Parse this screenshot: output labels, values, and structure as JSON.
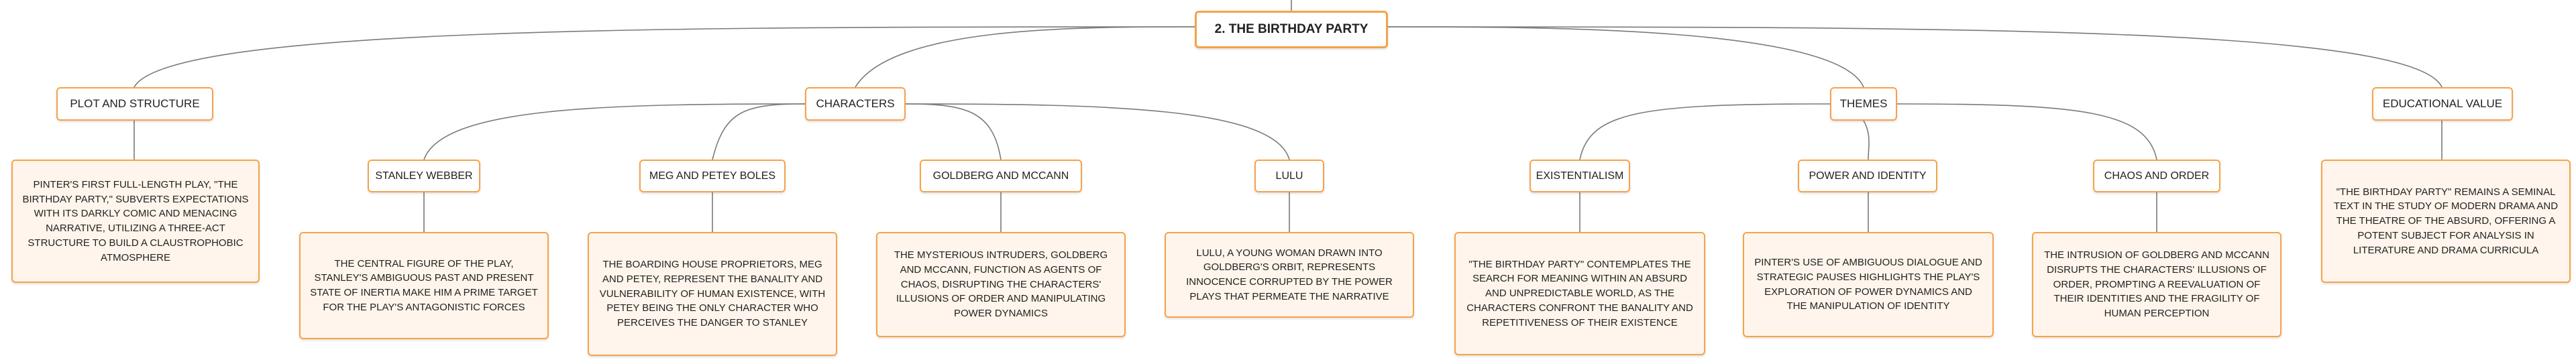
{
  "root": {
    "label": "2. The Birthday Party"
  },
  "plot": {
    "label": "Plot and Structure",
    "desc": "Pinter's first full-length play, \"The Birthday Party,\" subverts expectations with its darkly comic and menacing narrative, utilizing a three-act structure to build a claustrophobic atmosphere"
  },
  "characters": {
    "label": "Characters",
    "items": [
      {
        "label": "Stanley Webber",
        "desc": "The central figure of the play, Stanley's ambiguous past and present state of inertia make him a prime target for the play's antagonistic forces"
      },
      {
        "label": "Meg and Petey Boles",
        "desc": "The boarding house proprietors, Meg and Petey, represent the banality and vulnerability of human existence, with Petey being the only character who perceives the danger to Stanley"
      },
      {
        "label": "Goldberg and McCann",
        "desc": "The mysterious intruders, Goldberg and McCann, function as agents of chaos, disrupting the characters' illusions of order and manipulating power dynamics"
      },
      {
        "label": "Lulu",
        "desc": "Lulu, a young woman drawn into Goldberg's orbit, represents innocence corrupted by the power plays that permeate the narrative"
      }
    ]
  },
  "themes": {
    "label": "Themes",
    "items": [
      {
        "label": "Existentialism",
        "desc": "\"The Birthday Party\" contemplates the search for meaning within an absurd and unpredictable world, as the characters confront the banality and repetitiveness of their existence"
      },
      {
        "label": "Power and Identity",
        "desc": "Pinter's use of ambiguous dialogue and strategic pauses highlights the play's exploration of power dynamics and the manipulation of identity"
      },
      {
        "label": "Chaos and Order",
        "desc": "The intrusion of Goldberg and McCann disrupts the characters' illusions of order, prompting a reevaluation of their identities and the fragility of human perception"
      }
    ]
  },
  "educational": {
    "label": "Educational Value",
    "desc": "\"The Birthday Party\" remains a seminal text in the study of modern drama and the theatre of the absurd, offering a potent subject for analysis in literature and drama curricula"
  }
}
